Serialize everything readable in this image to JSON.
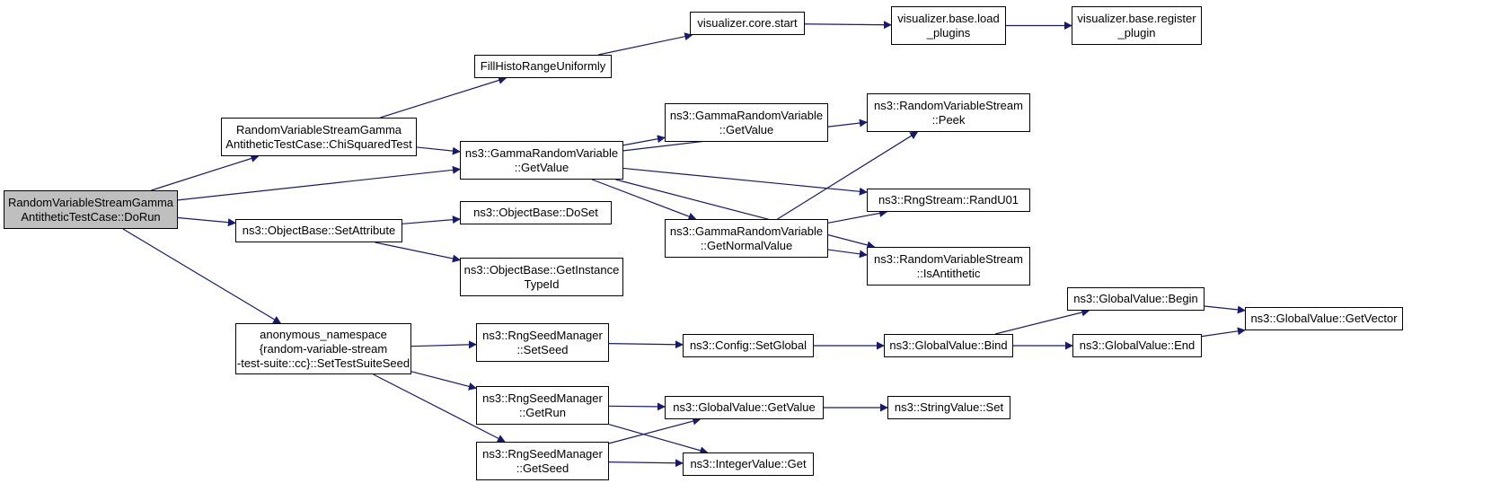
{
  "diagram": {
    "type": "call-graph",
    "edge_color": "#191970",
    "node_border_color": "#000000",
    "root_fill_color": "#bfbfbf",
    "nodes": [
      {
        "id": "dorun",
        "lines": [
          "RandomVariableStreamGamma",
          "AntitheticTestCase::DoRun"
        ],
        "root": true
      },
      {
        "id": "chisq",
        "lines": [
          "RandomVariableStreamGamma",
          "AntitheticTestCase::ChiSquaredTest"
        ]
      },
      {
        "id": "setattr",
        "lines": [
          "ns3::ObjectBase::SetAttribute"
        ]
      },
      {
        "id": "settestseed",
        "lines": [
          "anonymous_namespace",
          "{random-variable-stream",
          "-test-suite::cc}::SetTestSuiteSeed"
        ]
      },
      {
        "id": "fillhisto",
        "lines": [
          "FillHistoRangeUniformly"
        ]
      },
      {
        "id": "gammagetvalue",
        "lines": [
          "ns3::GammaRandomVariable",
          "::GetValue"
        ]
      },
      {
        "id": "doset",
        "lines": [
          "ns3::ObjectBase::DoSet"
        ]
      },
      {
        "id": "getinstancetypeid",
        "lines": [
          "ns3::ObjectBase::GetInstance",
          "TypeId"
        ]
      },
      {
        "id": "rngsetseed",
        "lines": [
          "ns3::RngSeedManager",
          "::SetSeed"
        ]
      },
      {
        "id": "rnggetrun",
        "lines": [
          "ns3::RngSeedManager",
          "::GetRun"
        ]
      },
      {
        "id": "rnggetseed",
        "lines": [
          "ns3::RngSeedManager",
          "::GetSeed"
        ]
      },
      {
        "id": "vizcorestart",
        "lines": [
          "visualizer.core.start"
        ]
      },
      {
        "id": "gammagetvalue2",
        "lines": [
          "ns3::GammaRandomVariable",
          "::GetValue"
        ]
      },
      {
        "id": "gammagetnormal",
        "lines": [
          "ns3::GammaRandomVariable",
          "::GetNormalValue"
        ]
      },
      {
        "id": "configsetglobal",
        "lines": [
          "ns3::Config::SetGlobal"
        ]
      },
      {
        "id": "gvgetvalue",
        "lines": [
          "ns3::GlobalValue::GetValue"
        ]
      },
      {
        "id": "intvalueget",
        "lines": [
          "ns3::IntegerValue::Get"
        ]
      },
      {
        "id": "vizbaseload",
        "lines": [
          "visualizer.base.load",
          "_plugins"
        ]
      },
      {
        "id": "rvspeek",
        "lines": [
          "ns3::RandomVariableStream",
          "::Peek"
        ]
      },
      {
        "id": "randu01",
        "lines": [
          "ns3::RngStream::RandU01"
        ]
      },
      {
        "id": "isantithetic",
        "lines": [
          "ns3::RandomVariableStream",
          "::IsAntithetic"
        ]
      },
      {
        "id": "gvbind",
        "lines": [
          "ns3::GlobalValue::Bind"
        ]
      },
      {
        "id": "stringvalueset",
        "lines": [
          "ns3::StringValue::Set"
        ]
      },
      {
        "id": "vizbaseregister",
        "lines": [
          "visualizer.base.register",
          "_plugin"
        ]
      },
      {
        "id": "gvbegin",
        "lines": [
          "ns3::GlobalValue::Begin"
        ]
      },
      {
        "id": "gvend",
        "lines": [
          "ns3::GlobalValue::End"
        ]
      },
      {
        "id": "gvgetvector",
        "lines": [
          "ns3::GlobalValue::GetVector"
        ]
      }
    ],
    "edges": [
      [
        "dorun",
        "chisq"
      ],
      [
        "dorun",
        "gammagetvalue"
      ],
      [
        "dorun",
        "setattr"
      ],
      [
        "dorun",
        "settestseed"
      ],
      [
        "chisq",
        "fillhisto"
      ],
      [
        "chisq",
        "gammagetvalue"
      ],
      [
        "fillhisto",
        "vizcorestart"
      ],
      [
        "vizcorestart",
        "vizbaseload"
      ],
      [
        "vizbaseload",
        "vizbaseregister"
      ],
      [
        "gammagetvalue",
        "rvspeek"
      ],
      [
        "gammagetvalue",
        "gammagetvalue2"
      ],
      [
        "gammagetvalue",
        "randu01"
      ],
      [
        "gammagetvalue",
        "gammagetnormal"
      ],
      [
        "gammagetvalue",
        "isantithetic"
      ],
      [
        "gammagetnormal",
        "rvspeek"
      ],
      [
        "gammagetnormal",
        "randu01"
      ],
      [
        "gammagetnormal",
        "isantithetic"
      ],
      [
        "setattr",
        "doset"
      ],
      [
        "setattr",
        "getinstancetypeid"
      ],
      [
        "settestseed",
        "rngsetseed"
      ],
      [
        "settestseed",
        "rnggetrun"
      ],
      [
        "settestseed",
        "rnggetseed"
      ],
      [
        "rngsetseed",
        "configsetglobal"
      ],
      [
        "configsetglobal",
        "gvbind"
      ],
      [
        "gvbind",
        "gvbegin"
      ],
      [
        "gvbind",
        "gvend"
      ],
      [
        "gvbegin",
        "gvgetvector"
      ],
      [
        "gvend",
        "gvgetvector"
      ],
      [
        "rnggetrun",
        "gvgetvalue"
      ],
      [
        "rnggetrun",
        "intvalueget"
      ],
      [
        "rnggetseed",
        "gvgetvalue"
      ],
      [
        "rnggetseed",
        "intvalueget"
      ],
      [
        "gvgetvalue",
        "stringvalueset"
      ]
    ]
  }
}
